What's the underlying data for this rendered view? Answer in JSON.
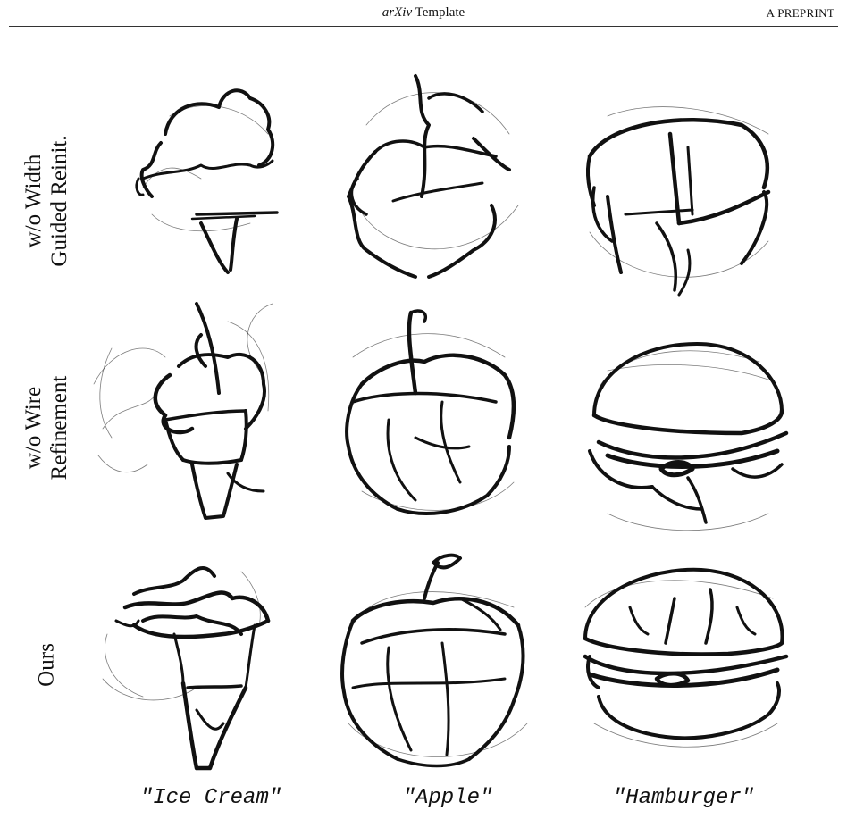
{
  "header": {
    "title_italic": "arXiv",
    "title_rest": "Template",
    "right_label": "A PREPRINT"
  },
  "rows": [
    {
      "line1": "w/o Width",
      "line2": "Guided Reinit."
    },
    {
      "line1": "w/o Wire",
      "line2": "Refinement"
    },
    {
      "line1": "Ours",
      "line2": ""
    }
  ],
  "captions": [
    "\"Ice Cream\"",
    "\"Apple\"",
    "\"Hamburger\""
  ],
  "figure": {
    "columns": [
      "ice-cream",
      "apple",
      "hamburger"
    ],
    "stroke_color": "#111111",
    "background": "#ffffff"
  }
}
